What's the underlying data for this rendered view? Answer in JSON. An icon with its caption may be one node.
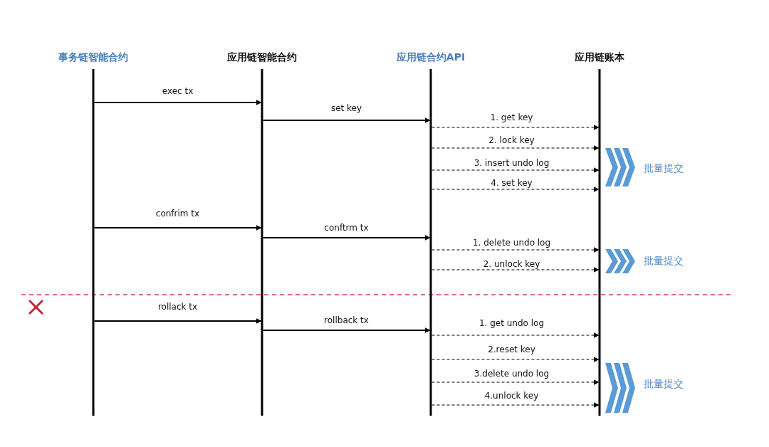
{
  "diagram": {
    "nodes": [
      {
        "text": [
          "事务链智能合约"
        ]
      },
      {
        "text": [
          "应用链智能合约"
        ]
      },
      {
        "text": [
          "应用链合约API"
        ]
      },
      {
        "text": [
          "应用链账本"
        ]
      }
    ],
    "edges": [
      {
        "from": 0,
        "to": 1,
        "arrow": "to",
        "label": "exec tx"
      },
      {
        "from": 1,
        "to": 2,
        "arrow": "to",
        "label": "set key"
      },
      {
        "from": 2,
        "to": 3,
        "arrow": "to",
        "label": "1. get key",
        "style": "dashed"
      },
      {
        "from": 2,
        "to": 3,
        "arrow": "to",
        "label": "2. lock key",
        "style": "dashed"
      },
      {
        "from": 2,
        "to": 3,
        "arrow": "to",
        "label": "3. insert undo log",
        "style": "dashed"
      },
      {
        "from": 2,
        "to": 3,
        "arrow": "to",
        "label": "4. set key",
        "style": "dashed"
      },
      {
        "from": 0,
        "to": 1,
        "arrow": "to",
        "label": "confrim tx"
      },
      {
        "from": 1,
        "to": 2,
        "arrow": "to",
        "label": "conftrm tx"
      },
      {
        "from": 2,
        "to": 3,
        "arrow": "to",
        "label": "1. delete undo log",
        "style": "dashed"
      },
      {
        "from": 2,
        "to": 3,
        "arrow": "to",
        "label": "2. unlock key",
        "style": "dashed"
      },
      {
        "from": 0,
        "to": 1,
        "arrow": "to",
        "label": "rollack tx"
      },
      {
        "from": 1,
        "to": 2,
        "arrow": "to",
        "label": "rollback tx"
      },
      {
        "from": 2,
        "to": 3,
        "arrow": "to",
        "label": "1. get undo log",
        "style": "dashed"
      },
      {
        "from": 2,
        "to": 3,
        "arrow": "to",
        "label": "2.reset key",
        "style": "dashed"
      },
      {
        "from": 2,
        "to": 3,
        "arrow": "to",
        "label": "3.delete undo log",
        "style": "dashed"
      },
      {
        "from": 2,
        "to": 3,
        "arrow": "to",
        "label": "4.unlock key",
        "style": "dashed"
      }
    ],
    "labels": [
      "批量提交",
      "批量提交",
      "批量提交"
    ]
  }
}
